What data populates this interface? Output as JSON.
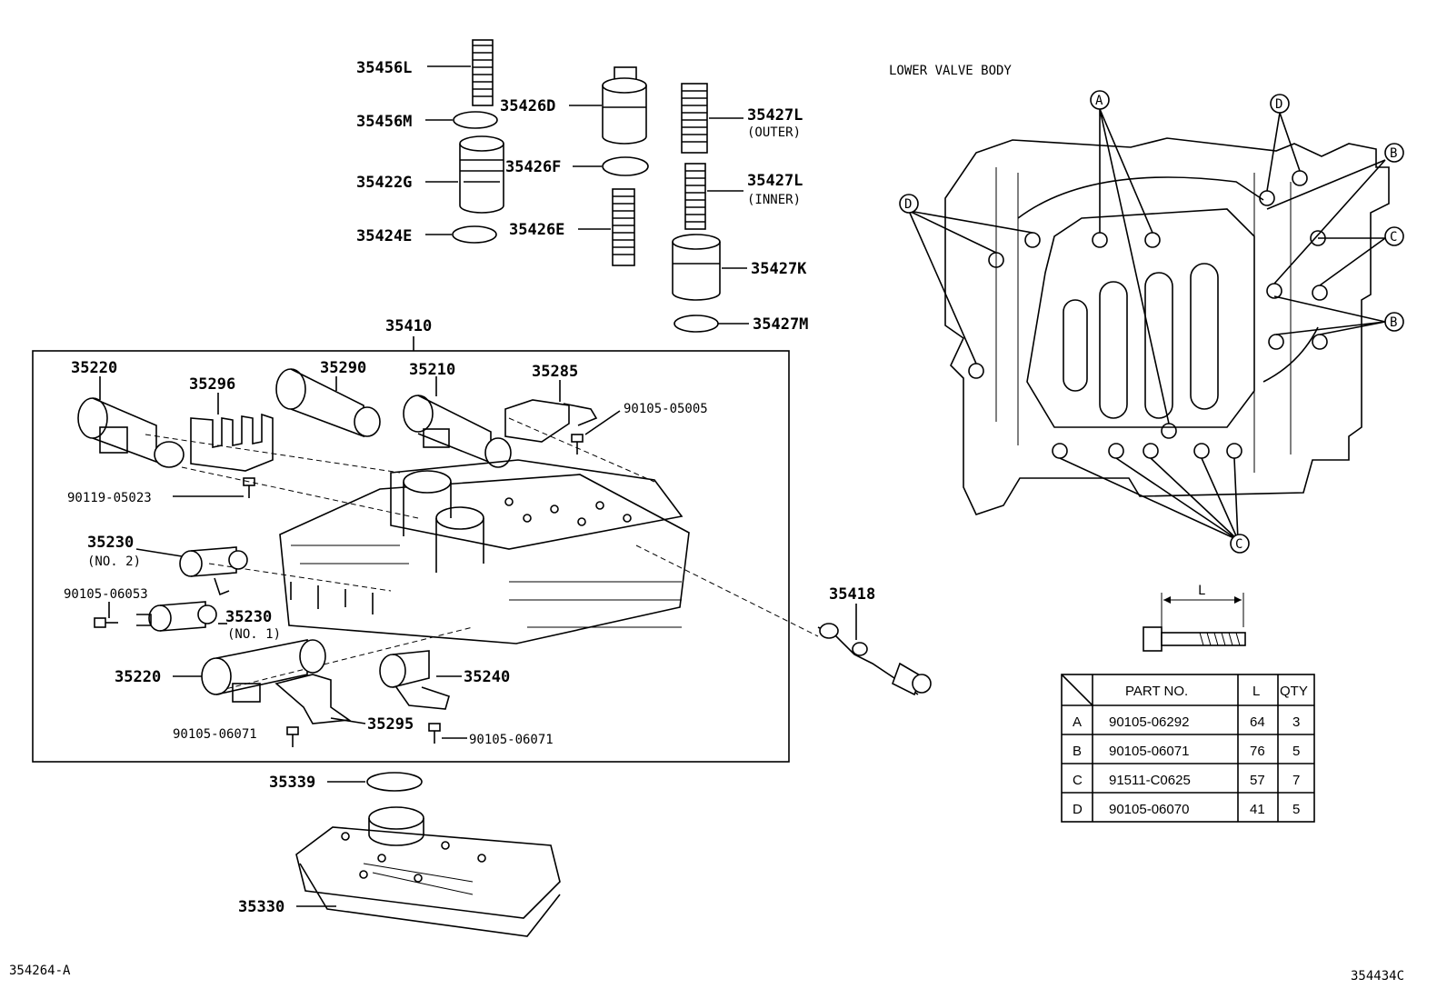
{
  "labels": {
    "p35456L": "35456L",
    "p35456M": "35456M",
    "p35422G": "35422G",
    "p35424E": "35424E",
    "p35426D": "35426D",
    "p35426F": "35426F",
    "p35426E": "35426E",
    "p35427L_outer": "35427L",
    "outer": "(OUTER)",
    "p35427L_inner": "35427L",
    "inner": "(INNER)",
    "p35427K": "35427K",
    "p35427M": "35427M",
    "p35410": "35410",
    "p35220_top": "35220",
    "p35296": "35296",
    "p35290": "35290",
    "p35210": "35210",
    "p35285": "35285",
    "b90105_05005": "90105-05005",
    "b90119_05023": "90119-05023",
    "p35230_no2": "35230",
    "no2": "(NO. 2)",
    "b90105_06053": "90105-06053",
    "p35230_no1": "35230",
    "no1": "(NO. 1)",
    "p35220_bot": "35220",
    "p35240": "35240",
    "p35295": "35295",
    "b90105_06071_l": "90105-06071",
    "b90105_06071_r": "90105-06071",
    "p35339": "35339",
    "p35330": "35330",
    "p35418": "35418",
    "lower_valve_body": "LOWER VALVE BODY",
    "callout_a": "A",
    "callout_b": "B",
    "callout_c": "C",
    "callout_d": "D",
    "length_L": "L",
    "fig_left": "354264-A",
    "fig_right": "354434C"
  },
  "bolt_table": {
    "headers": [
      "PART NO.",
      "L",
      "QTY"
    ],
    "rows": [
      {
        "key": "A",
        "part": "90105-06292",
        "L": "64",
        "qty": "3"
      },
      {
        "key": "B",
        "part": "90105-06071",
        "L": "76",
        "qty": "5"
      },
      {
        "key": "C",
        "part": "91511-C0625",
        "L": "57",
        "qty": "7"
      },
      {
        "key": "D",
        "part": "90105-06070",
        "L": "41",
        "qty": "5"
      }
    ]
  }
}
